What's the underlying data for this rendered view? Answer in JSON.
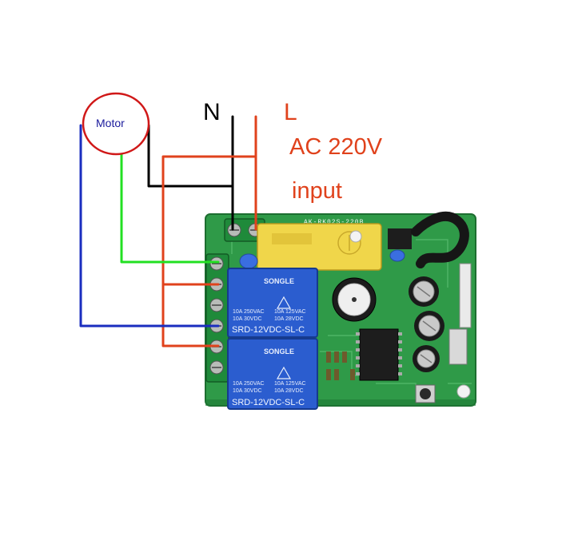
{
  "labels": {
    "neutral": "N",
    "live": "L",
    "voltage": "AC 220V",
    "input": "input",
    "motor": "Motor"
  },
  "board": {
    "code": "AK-RK02S-220B"
  },
  "relays": [
    {
      "brand": "SONGLE",
      "spec_left": "10A 250VAC",
      "spec_left2": "10A 30VDC",
      "spec_right": "10A 125VAC",
      "spec_right2": "10A 28VDC",
      "model": "SRD-12VDC-SL-C"
    },
    {
      "brand": "SONGLE",
      "spec_left": "10A 250VAC",
      "spec_left2": "10A 30VDC",
      "spec_right": "10A 125VAC",
      "spec_right2": "10A 28VDC",
      "model": "SRD-12VDC-SL-C"
    }
  ],
  "colors": {
    "neutral_wire": "#000000",
    "live_wire": "#e0421c",
    "motor_green_wire": "#22e022",
    "motor_blue_wire": "#1a2dbf",
    "motor_circle": "#d01818",
    "pcb": "#2f9a48",
    "relay": "#2b5dcf",
    "capacitor": "#f0d64a"
  }
}
